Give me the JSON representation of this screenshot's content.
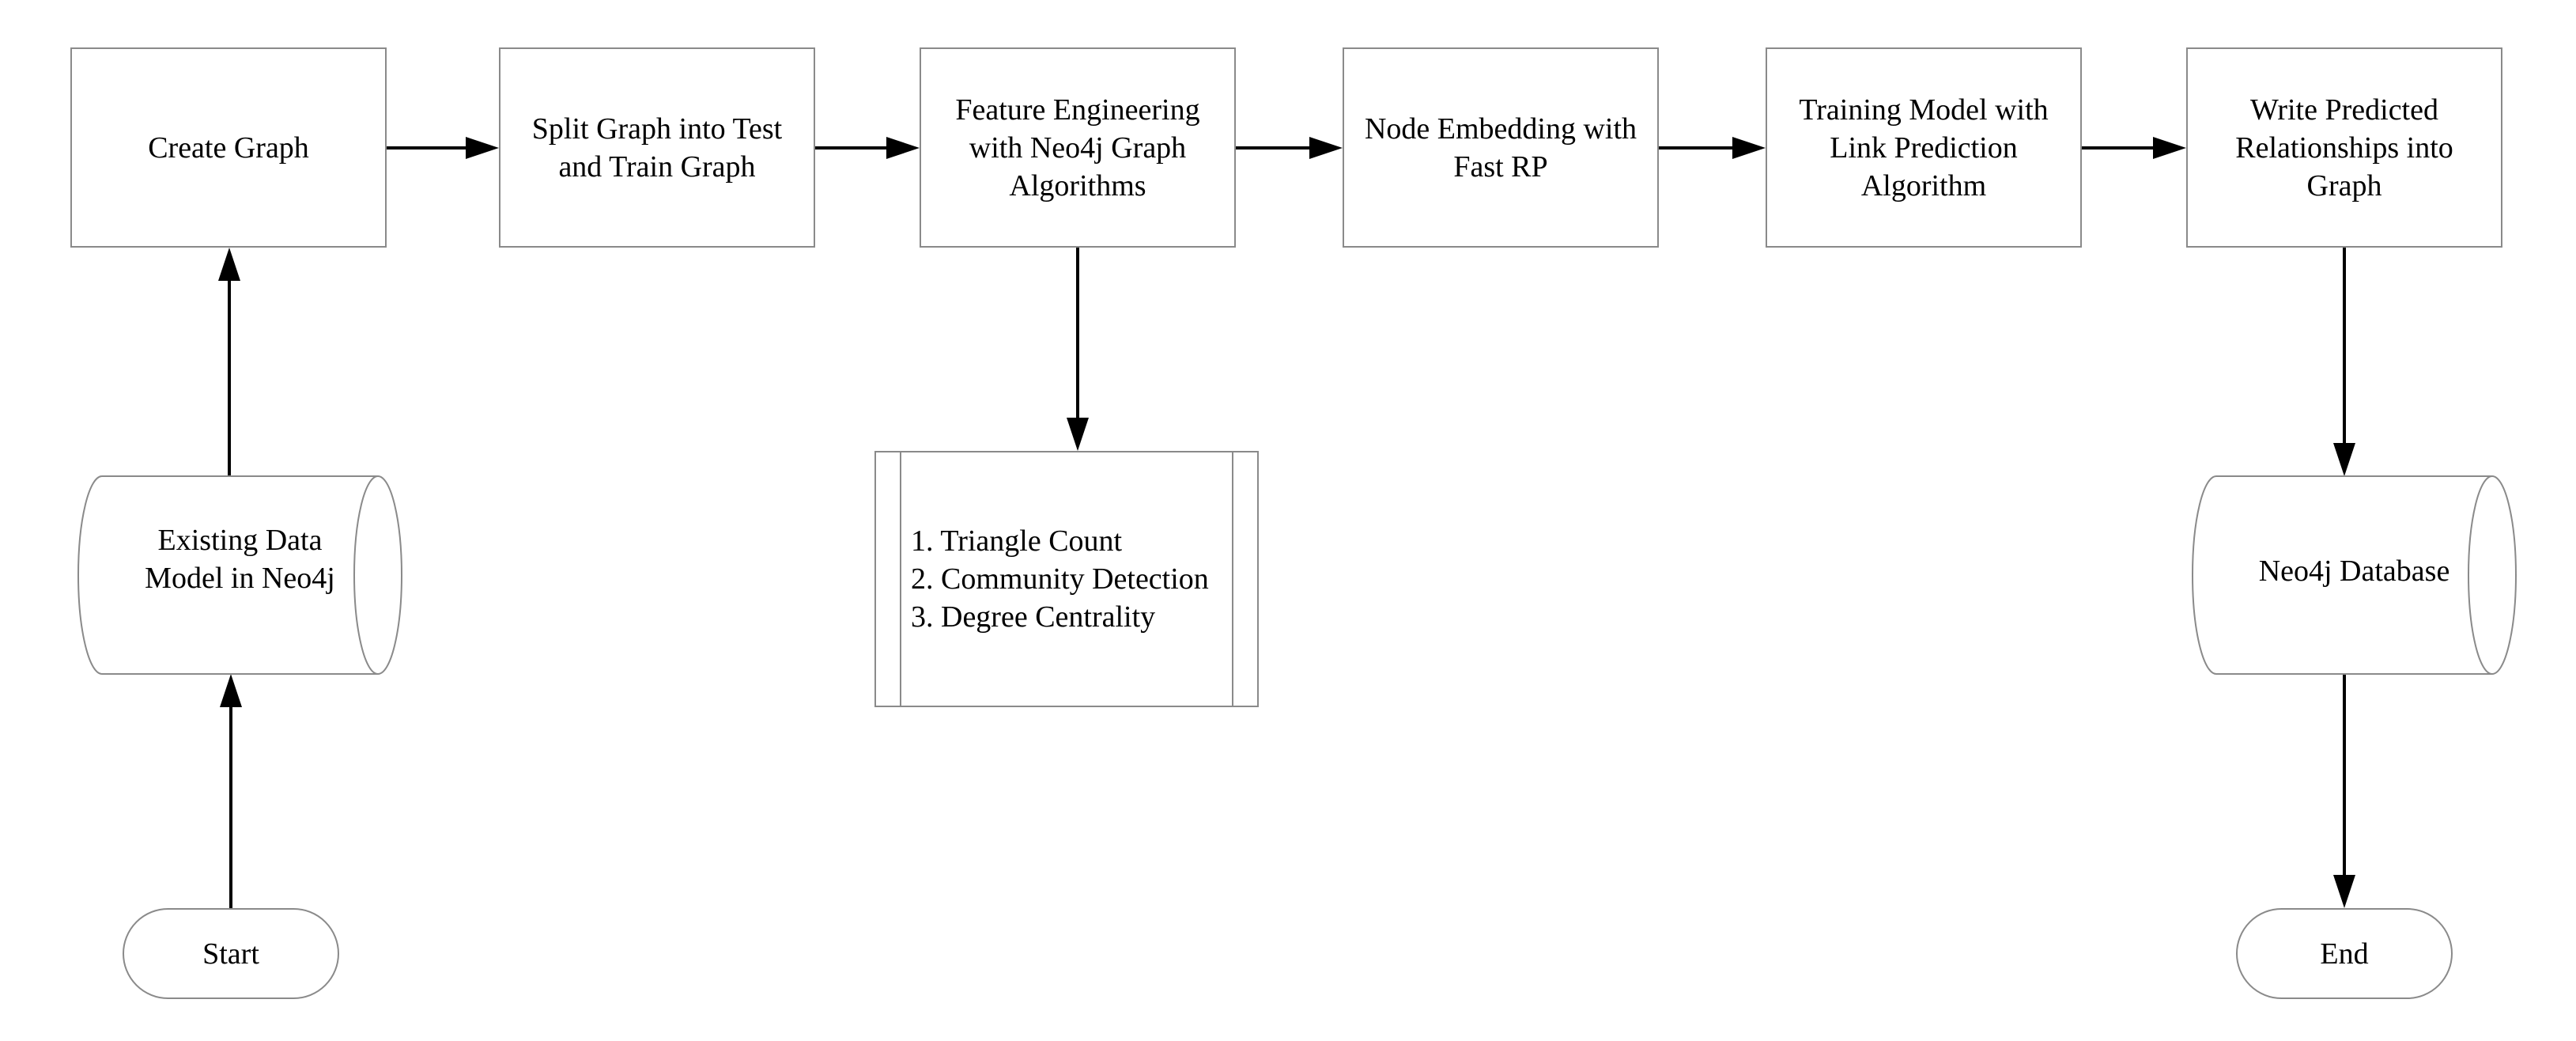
{
  "diagram": {
    "kind": "flowchart",
    "background": "#ffffff"
  },
  "colors": {
    "shape_border": "#8a8a8a",
    "arrow": "#000000",
    "text": "#000000",
    "fill": "#ffffff"
  },
  "nodes": {
    "start": {
      "label": "Start",
      "shape": "terminator"
    },
    "existing_data": {
      "label": "Existing Data\nModel in Neo4j",
      "shape": "database-cylinder"
    },
    "create_graph": {
      "label": "Create Graph",
      "shape": "process"
    },
    "split_graph": {
      "label": "Split Graph into Test\nand Train Graph",
      "shape": "process"
    },
    "feature_engineering": {
      "label": "Feature Engineering\nwith Neo4j Graph\nAlgorithms",
      "shape": "process"
    },
    "algorithms_list": {
      "label": "1. Triangle Count\n2. Community Detection\n3. Degree Centrality",
      "shape": "predefined-process"
    },
    "node_embedding": {
      "label": "Node Embedding with\nFast RP",
      "shape": "process"
    },
    "training_model": {
      "label": "Training Model with\nLink Prediction\nAlgorithm",
      "shape": "process"
    },
    "write_predicted": {
      "label": "Write Predicted\nRelationships into\nGraph",
      "shape": "process"
    },
    "neo4j_database": {
      "label": "Neo4j Database",
      "shape": "database-cylinder"
    },
    "end": {
      "label": "End",
      "shape": "terminator"
    }
  },
  "edges": [
    {
      "from": "start",
      "to": "existing_data"
    },
    {
      "from": "existing_data",
      "to": "create_graph"
    },
    {
      "from": "create_graph",
      "to": "split_graph"
    },
    {
      "from": "split_graph",
      "to": "feature_engineering"
    },
    {
      "from": "feature_engineering",
      "to": "node_embedding"
    },
    {
      "from": "node_embedding",
      "to": "training_model"
    },
    {
      "from": "training_model",
      "to": "write_predicted"
    },
    {
      "from": "feature_engineering",
      "to": "algorithms_list"
    },
    {
      "from": "write_predicted",
      "to": "neo4j_database"
    },
    {
      "from": "neo4j_database",
      "to": "end"
    }
  ]
}
